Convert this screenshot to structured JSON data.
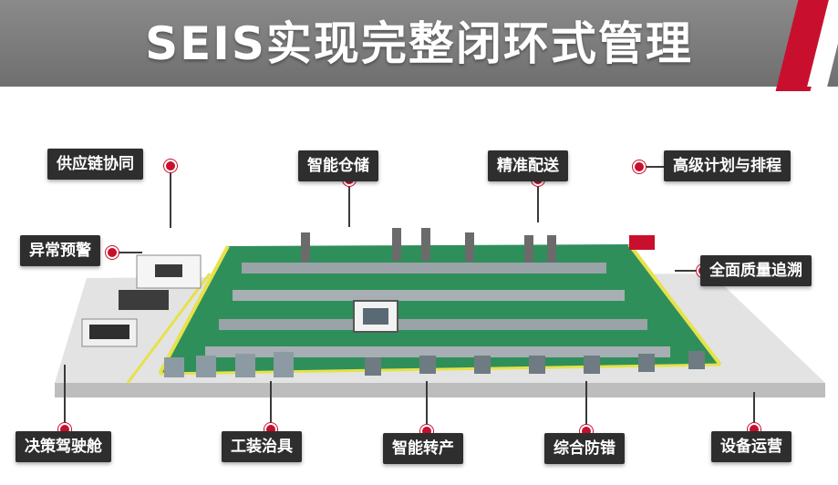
{
  "header": {
    "title": "SEIS实现完整闭环式管理"
  },
  "labels": {
    "supply_chain": "供应链协同",
    "smart_warehouse": "智能仓储",
    "precise_delivery": "精准配送",
    "advanced_planning": "高级计划与排程",
    "anomaly_alert": "异常预警",
    "quality_trace": "全面质量追溯",
    "decision_cockpit": "决策驾驶舱",
    "fixtures_tools": "工装治具",
    "smart_changeover": "智能转产",
    "error_proofing": "综合防错",
    "equipment_ops": "设备运营"
  },
  "colors": {
    "accent": "#c8102e",
    "label_bg": "#2e2e2e",
    "floor_green": "#2f8f5a",
    "lane_yellow": "#e6e24a",
    "header_bg": "#7d7d7d"
  }
}
